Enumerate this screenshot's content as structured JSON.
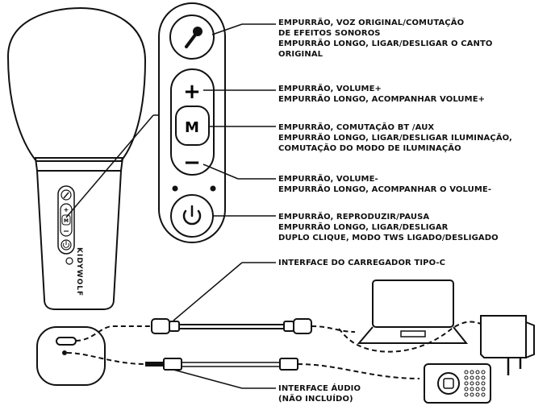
{
  "labels": {
    "voice": [
      "EMPURRÃO, VOZ ORIGINAL/COMUTAÇÃO",
      "DE EFEITOS SONOROS",
      "EMPURRÃO LONGO, LIGAR/DESLIGAR O CANTO",
      "ORIGINAL"
    ],
    "vol_plus": [
      "EMPURRÃO, VOLUME+",
      "EMPURRÃO LONGO, ACOMPANHAR VOLUME+"
    ],
    "mode": [
      "EMPURRÃO, COMUTAÇÃO BT /AUX",
      "EMPURRÃO LONGO, LIGAR/DESLIGAR ILUMINAÇÃO,",
      "COMUTAÇÃO DO MODO DE ILUMINAÇÃO"
    ],
    "vol_minus": [
      "EMPURRÃO, VOLUME-",
      "EMPURRÃO LONGO, ACOMPANHAR O VOLUME-"
    ],
    "power": [
      "EMPURRÃO, REPRODUZIR/PAUSA",
      "EMPURRÃO LONGO, LIGAR/DESLIGAR",
      "DUPLO CLIQUE, MODO TWS LIGADO/DESLIGADO"
    ],
    "charger": [
      "INTERFACE DO CARREGADOR TIPO-C"
    ],
    "audio": [
      "INTERFACE ÁUDIO",
      "(NÃO INCLUÍDO)"
    ]
  },
  "buttons": {
    "plus": "+",
    "mode": "M",
    "minus": "−"
  },
  "brand": "KIDYWOLF",
  "icons": [
    "microphone-icon",
    "power-icon",
    "laptop-icon",
    "wall-adapter-icon",
    "radio-speaker-icon",
    "wolf-logo-icon"
  ]
}
